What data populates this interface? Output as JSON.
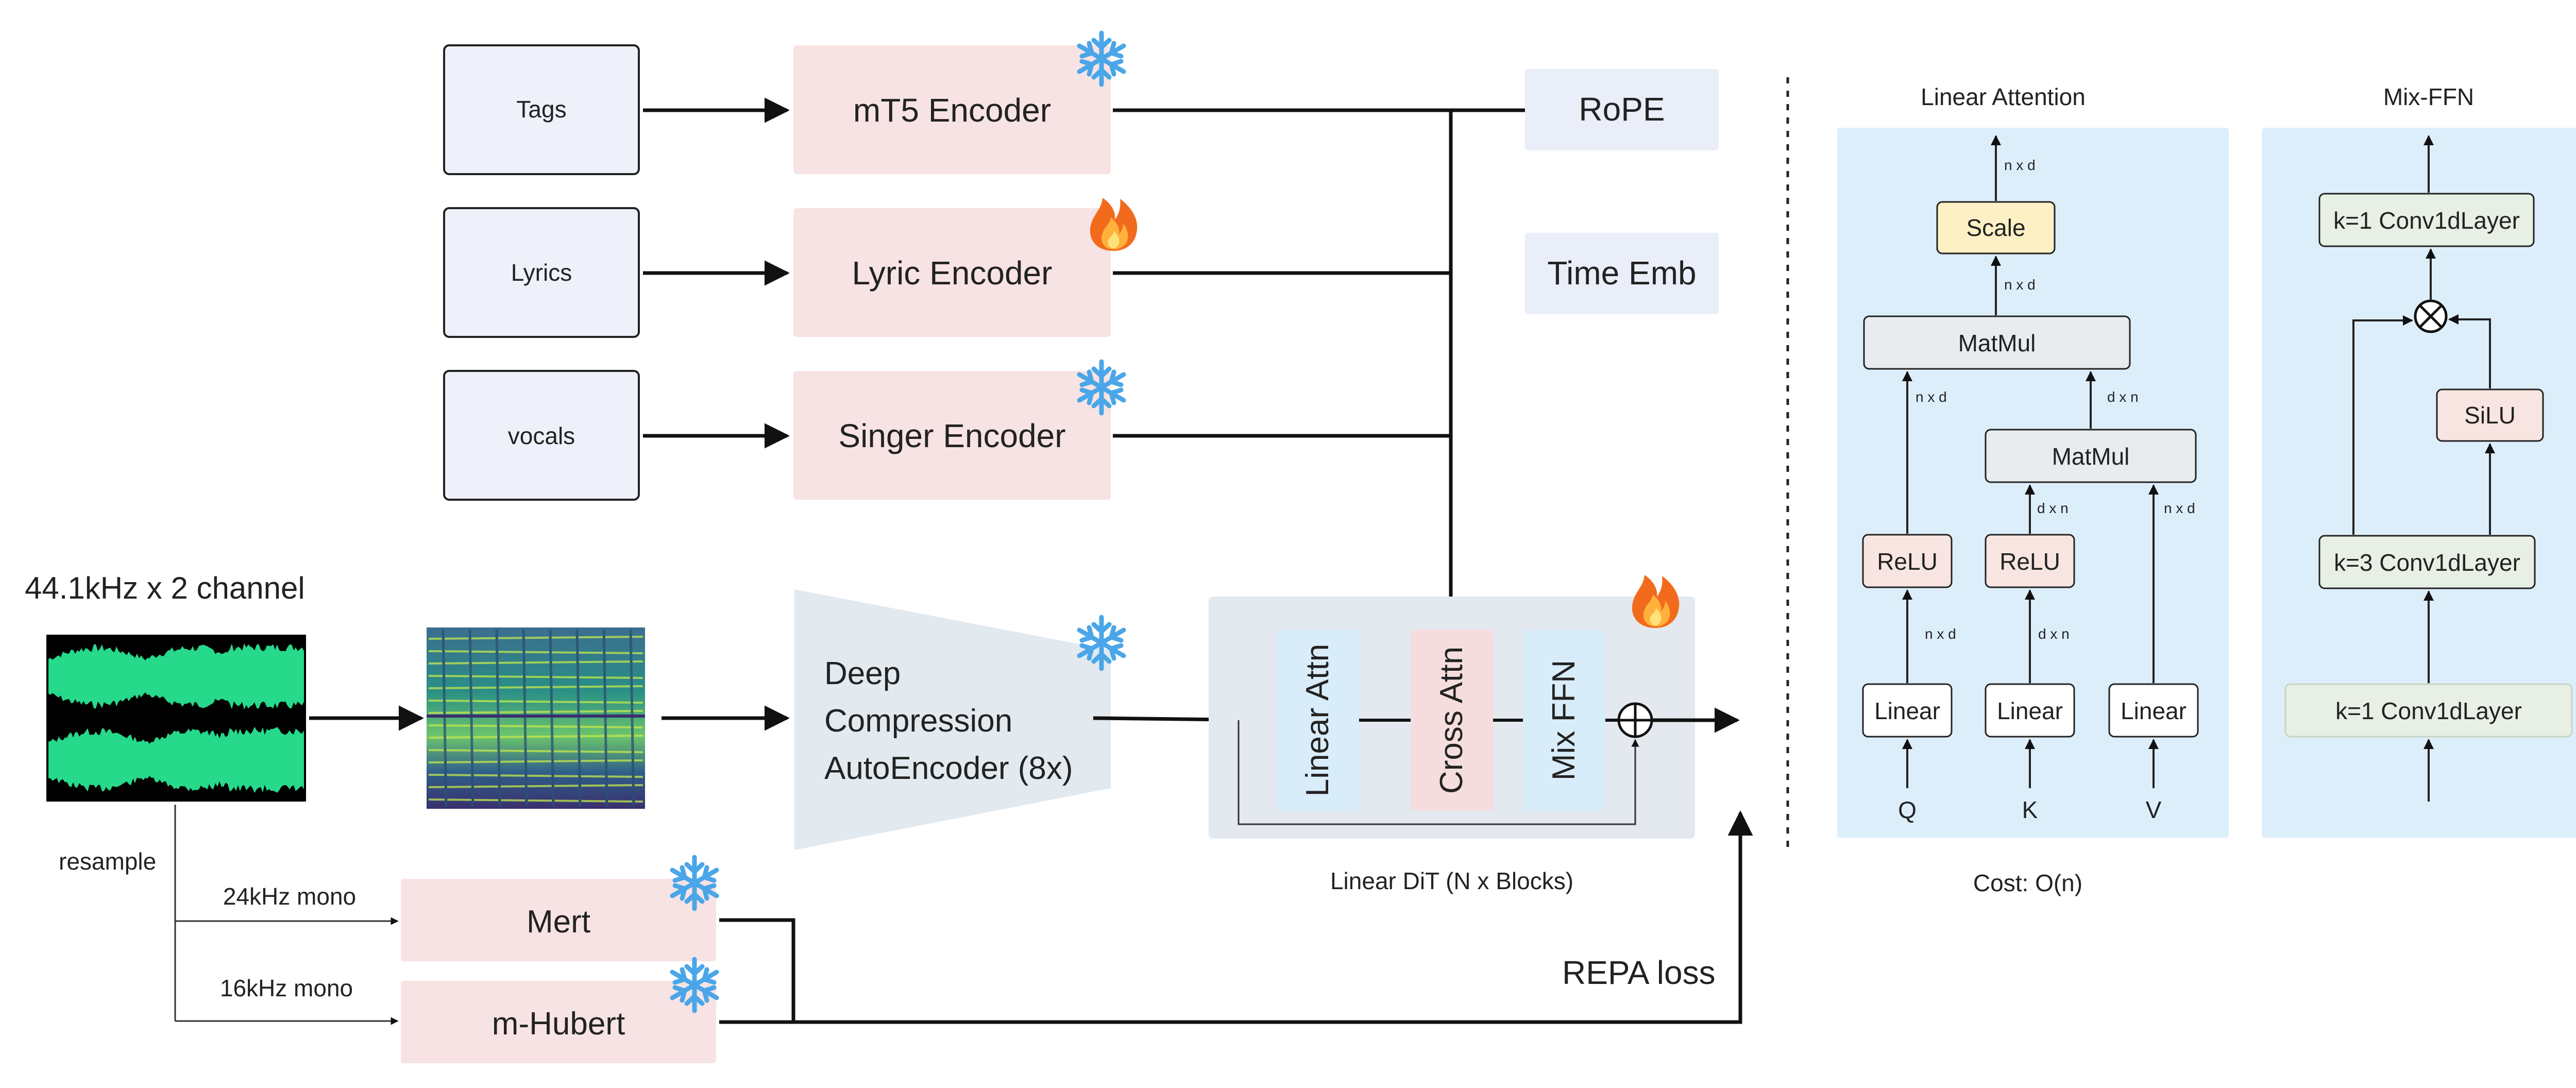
{
  "inputs": {
    "tags": "Tags",
    "lyrics": "Lyrics",
    "vocals": "vocals"
  },
  "encoders": {
    "mt5": "mT5 Encoder",
    "lyric": "Lyric Encoder",
    "singer": "Singer Encoder"
  },
  "conditions": {
    "rope": "RoPE",
    "time_emb": "Time Emb"
  },
  "audio": {
    "channel_label": "44.1kHz x 2 channel",
    "resample": "resample",
    "mono24": "24kHz mono",
    "mono16": "16kHz mono"
  },
  "dcae": {
    "line1": "Deep",
    "line2": "Compression",
    "line3": "AutoEncoder (8x)"
  },
  "ssl": {
    "mert": "Mert",
    "mhubert": "m-Hubert",
    "repa_loss": "REPA loss"
  },
  "dit": {
    "linear_attn": "Linear Attn",
    "cross_attn": "Cross Attn",
    "mix_ffn": "Mix FFN",
    "caption": "Linear DiT (N x Blocks)"
  },
  "linear_attention": {
    "title": "Linear Attention",
    "scale": "Scale",
    "matmul_top": "MatMul",
    "matmul_mid": "MatMul",
    "relu_q": "ReLU",
    "relu_k": "ReLU",
    "linear_q": "Linear",
    "linear_k": "Linear",
    "linear_v": "Linear",
    "q": "Q",
    "k": "K",
    "v": "V",
    "dim_out": "n x d",
    "dim_scale_in": "n x d",
    "dim_matmul_left": "n x d",
    "dim_matmul_right": "d x n",
    "dim_relu_k_up": "d x n",
    "dim_v_up": "n x d",
    "dim_relu_q_in": "n x d",
    "dim_relu_k_in": "d x n",
    "cost": "Cost: O(n)"
  },
  "mix_ffn": {
    "title": "Mix-FFN",
    "conv_top": "k=1 Conv1dLayer",
    "silu": "SiLU",
    "conv_mid": "k=3 Conv1dLayer",
    "conv_bottom": "k=1 Conv1dLayer"
  },
  "icons": {
    "frozen": "snowflake-icon",
    "trainable": "fire-icon"
  },
  "colors": {
    "input_box": "#eef1fa",
    "encoder_box": "#f7e3e3",
    "condition_box": "#e9eef8",
    "panel_bg": "#ddeefb",
    "dit_bg": "#e3e9ee",
    "block_blue": "#d8ecfa",
    "block_pink": "#f6dddd",
    "scale_fill": "#fdf0c4",
    "relu_fill": "#f8e5e2",
    "conv_fill": "#e8f0e6",
    "waveform": "#27d98a"
  }
}
